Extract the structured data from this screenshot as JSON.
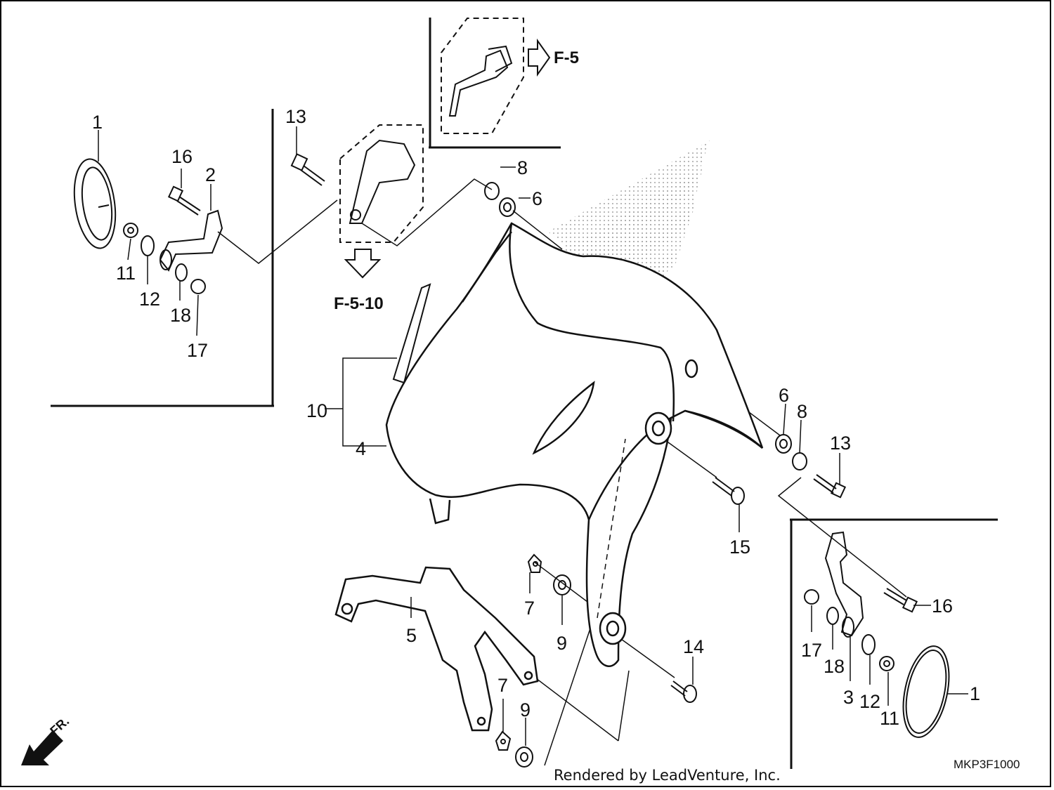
{
  "diagram": {
    "ref_top": "F-5",
    "ref_mid": "F-5-10",
    "direction_label": "FR.",
    "code": "MKP3F1000",
    "credit": "Rendered by LeadVenture, Inc.",
    "callouts": {
      "c1": "1",
      "c2": "2",
      "c3": "13",
      "c4": "16",
      "c5": "11",
      "c6": "12",
      "c7": "18",
      "c8": "17",
      "c9": "8",
      "c10": "6",
      "c11": "10",
      "c12": "4",
      "c13": "5",
      "c14": "7",
      "c15": "9",
      "c16": "7",
      "c17": "9",
      "c18": "14",
      "c19": "15",
      "c20": "6",
      "c21": "8",
      "c22": "13",
      "c23": "16",
      "c24": "17",
      "c25": "18",
      "c26": "3",
      "c27": "12",
      "c28": "11",
      "c29": "1"
    }
  }
}
